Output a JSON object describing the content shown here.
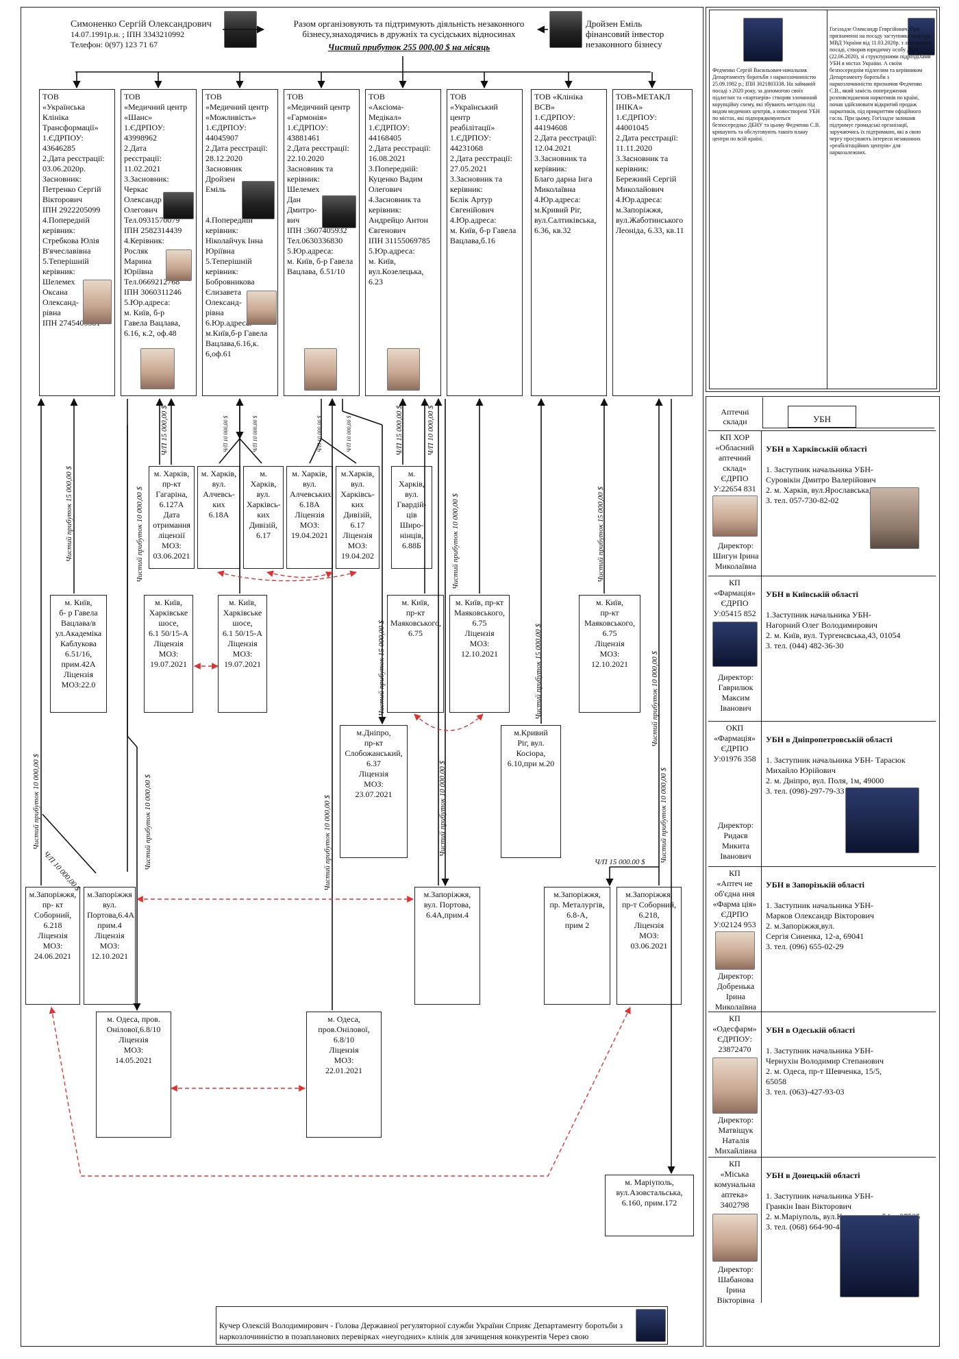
{
  "top": {
    "person_left": {
      "name": "Симоненко Сергій Олександрович",
      "dob": "14.07.1991р.н. ; ІПН 3343210992",
      "phone": "Телефон: 0(97) 123 71 67"
    },
    "center_text": "Разом організовують та підтримують діяльність незаконного бізнесу,знаходячись в дружніх та сусідських відносинах",
    "profit": "Чистий прибуток 255 000,00 $ на місяць",
    "person_right": {
      "name": "Дройзен Еміль",
      "role": "фінансовий інвестор незаконного бізнесу"
    }
  },
  "top_right": {
    "fedchenko": "Федченко Сергій Васильович-начальник Департаменту боротьби з наркозлочинністю 25.09.1982 р.; ІПН 3021803338. На займаній посаді з 2020 року, за допомогою своїх підлеглих та «партнерів» створив злочинний корупційну схему, які збувають метадон під видом медичних центрів, а новостворені УБН по містах, які підпорядковуються безпосередньо ДБНУ та цьому Федченко С.В. кришують та обслуговують такого плану центри по всій країні.",
    "gogiladze": "Гогіладзе Олександр Гевргійович. При призначенні на посаду заступника міністра МВД України від 11.03.2020р. з лічильники посаді, створив юридичну особу ДБН (22.06.2020), зі структурними підрозділами УБН в містах України. А своїм безпосереднім підлеглим та керівником Департаменту боротьби з наркозлочинністю призначив Федченко С.В., який замість попередження розповсюдження наркотиків по країні, почав здійснювати відкритий продаж наркотиків, під прикриттям офіційного гасла. При цьому, Гогіладзе залишив підтримує громадські організації, заручаючись їх підтримкою, які в свою чергу просувають інтереси незаконних «реабілітаційних центрів» для наркозалежних."
  },
  "companies": [
    {
      "text": "ТОВ\n«Українська\nКлініка\nТрансформації»\n1.ЄДРПОУ:\n43646285\n2.Дата реєстрації:\n03.06.2020р.\nЗасновник:\nПетренко Сергій\nВікторович\nІПН 2922205099\n4.Попередній\nкерівник:\nСтребкова Юлія\nВ'ячеславівна\n5.Теперішній\nкерівник:\nШелемех\nОксана\nОлександ-\nрівна\nІПН 2745405381"
    },
    {
      "text": "ТОВ\n«Медичний центр\n«Шанс»\n1.ЄДРПОУ:\n43998962\n2.Дата\nреєстрації:\n11.02.2021\n3.Засновник:\nЧеркас\nОлександр\nОлегович\nТел.0931570079\nІПН 2582314439\n4.Керівник:\nРосляк\nМарина\nЮріївна\nТел.0669212768\nІПН 3060311246\n5.Юр.адреса:\nм. Київ, б-р\nГавела Вацлава,\n6.16, к.2, оф.48"
    },
    {
      "text": "ТОВ\n«Медичний центр\n«Можливість»\n1.ЄДРПОУ:\n44045907\n2.Дата реєстрації:\n28.12.2020\nЗасновник\nДройзен\nЕміль\n\n\n4.Попередній\nкерівник:\nНіколайчук Інна\nЮріївна\n5.Теперішній\nкерівник:\nБобровникова\nЄлизавета\nОлександ-\nрівна\n6.Юр.адреса:\nм.Київ,б-р Гавела\nВацлава,6.16,к.\n6,оф.61"
    },
    {
      "text": "ТОВ\n«Медичний центр\n«Гармонія»\n1.ЄДРПОУ:\n43881461\n2.Дата реєстрації:\n22.10.2020\nЗасновник та\nкерівник:\nШелемех\nДан\nДмитро-\nвич\nІПН :3607405932\nТел.0630336830\n5.Юр.адреса:\nм. Київ, б-р Гавела\nВацлава, б.51/10"
    },
    {
      "text": "ТОВ\n«Аксіома-\nМедікал»\n1.ЄДРПОУ:\n44168405\n2.Дата реєстрації:\n16.08.2021\n3.Попередній:\nКуценко Вадим\nОлегович\n4.Засновник та\nкерівник:\nАндрейцо Антон\nЄвгенович\nІПН 31155069785\n5.Юр.адреса:\nм. Київ,\nвул.Козелецька,\n6.23"
    },
    {
      "text": "ТОВ\n«Український центр\nреабілітації»\n1.ЄДРПОУ:\n44231068\n2.Дата реєстрації:\n27.05.2021\n3.Засновник та\nкерівник:\nБєлік Артур\nЄвгенійович\n4.Юр.адреса:\nм. Київ, б-р Гавела\nВацлава,б.16"
    },
    {
      "text": "ТОВ «Клініка\nВСВ»\n1.ЄДРПОУ:\n44194608\n2.Дата реєстрації:\n12.04.2021\n3.Засновник та\nкерівник:\nБлаго дарна Інга\nМиколаївна\n4.Юр.адреса:\nм.Кривий Ріг,\nвул.Салтиківська,\n6.36, кв.32"
    },
    {
      "text": "ТОВ»МЕТАКЛ\nІНІКА»\n1.ЄДРПОУ:\n44001045\n2.Дата реєстрації:\n11.11.2020\n3.Засновник та\nкерівник:\nБережний Сергій\nМиколайович\n4.Юр.адреса:\n м.Запоріжжя,\nвул.Жаботинського\nЛеоніда, 6.33, кв.11"
    }
  ],
  "clinics": [
    {
      "text": "м. Харків,\nпр-кт\nГагаріна,\n6.127А\nДата\nотримання\nліцензії\nМОЗ:\n03.06.2021"
    },
    {
      "text": "м. Харків,\nвул.\nАлчевсь-\nких\n6.18А"
    },
    {
      "text": "м. Харків,\nвул.\nХарківсь-\nких\nДивізій,\n6.17"
    },
    {
      "text": "м. Харків,\nвул.\nАлчевських\n6.18А\nЛіцензія\nМОЗ:\n19.04.2021"
    },
    {
      "text": "м.Харків,\nвул.\nХарківсь-\nких\nДивізій,\n6.17\nЛіцензія\nМОЗ:\n19.04.202"
    },
    {
      "text": "м.\nХарків,\nвул.\nГвардій-\nців\nШиро-\nнінців,\n6.88Б"
    },
    {
      "text": "м. Київ,\nб- р Гавела\nВацлава/в\nул.Академіка\nКаблукова\n6.51/16,\nприм.42А\nЛіцензія\nМОЗ:22.0"
    },
    {
      "text": "м. Київ,\nХарківське\nшосе,\n6.1 50/15-А\nЛіцензія\nМОЗ:\n19.07.2021"
    },
    {
      "text": "м. Київ,\nХарківське\nшосе,\n6.1 50/15-А\nЛіцензія\nМОЗ:\n19.07.2021"
    },
    {
      "text": "м. Київ,\nпр-кт\nМаяковського,\n6.75"
    },
    {
      "text": "м. Київ, пр-кт\nМаяковського,\n6.75\nЛіцензія\nМОЗ:\n12.10.2021"
    },
    {
      "text": "м. Київ,\nпр-кт\nМаяковського,\n6.75\nЛіцензія\nМОЗ:\n12.10.2021"
    },
    {
      "text": "м.Дніпро,\nпр-кт\nСлобожанський,\n6.37\nЛіцензія\nМОЗ:\n23.07.2021"
    },
    {
      "text": "м.Кривий\nРіг, вул.\nКосіора,\n6.10,при м.20"
    },
    {
      "text": "м.Запоріжжя,\nпр- кт\nСоборний,\n6.218\nЛіцензія\nМОЗ:\n24.06.2021"
    },
    {
      "text": "м.Запоріжжя\nвул.\nПортова,6.4А\nприм.4\nЛіцензія\nМОЗ:\n12.10.2021"
    },
    {
      "text": "м.Запоріжжя,\nвул. Портова,\n6.4А,прим.4"
    },
    {
      "text": "м.Запоріжжя,\nпр. Металургів,\n6.8-А,\nприм 2"
    },
    {
      "text": "м.Запоріжжя,\nпр-т Соборний,\n6.218,\nЛіцензія\nМОЗ:\n03.06.2021"
    },
    {
      "text": "м. Одеса, пров.\nОнілової,6.8/10\nЛіцензія\nМОЗ:\n14.05.2021"
    },
    {
      "text": "м. Одеса,\nпров.Онілової,\n6.8/10\nЛіцензія\nМОЗ:\n22.01.2021"
    },
    {
      "text": "м. Маріуполь,\nвул.Азовстальська,\n6.160, прим.172"
    }
  ],
  "flow_labels": {
    "p15": "Чистий прибуток 15 000,00 $",
    "p10": "Чистий прибуток 10 000,00 $",
    "p15s": "Ч/П 15 000,00 $",
    "p10s": "Ч/П 10 000,00 $",
    "p10s_small": "Ч/П 10 000,00 $",
    "p15h": "Ч/П 15 000.00 $"
  },
  "ubn_panel": {
    "col1": "Аптечні\nсклади",
    "col2": "УБН",
    "rows": [
      {
        "left": "КП ХОР\n«Обласний\nаптечний\nсклад»\nЄДРПО\nУ:22654 831",
        "director": "Директор:\nШигун Ірина\nМиколаївна",
        "title": "УБН в Харківській області",
        "body": "1. Заступник начальника УБН-\n    Суровікін Дмитро Валерійович\n2. м. Харків, вул.Ярославська, 6.1/29, 61200\n3. тел. 057-730-82-02"
      },
      {
        "left": "КП\n«Фармація»\nЄДРПО\nУ:05415 852",
        "director": "Директор:\nГаврилюк\nМаксим\nІванович",
        "title": "УБН в Київській області",
        "body": "1.Заступник начальника УБН-\n   Нагорний Олег Володимирович\n2. м. Київ, вул. Тургенєвська,43, 01054\n3. тел. (044) 482-36-30"
      },
      {
        "left": "ОКП\n«Фармація»\nЄДРПО\nУ:01976 358",
        "director": "Директор:\nРидаєв\nМикита\nІванович",
        "title": "УБН в Дніпропетровській області",
        "body": "1. Заступник начальника УБН-  Тарасюк\n   Михайло Юрійович\n2. м. Дніпро, вул. Поля, 1м, 49000\n3. тел. (098)-297-79-33"
      },
      {
        "left": "КП\n«Аптеч не\nоб'єдна ння\n«Фарма ція»\nЄДРПО\nУ:02124 953",
        "director": "Директор:\nДобренька\nІрина\nМиколаївна",
        "title": "УБН в Запорізькій області",
        "body": "1. Заступник начальника УБН-\n   Марков Олександр Вікторович\n2. м.Запоріжжя,вул.\n   Сергія Синенка, 12-а, 69041\n3. тел. (096) 655-02-29"
      },
      {
        "left": "КП\n«Одесфарм»\nЄДРПОУ:\n23872470",
        "director": "Директор:\nМатвіщук\nНаталія\nМихайлівна",
        "title": "УБН в Одеській області",
        "body": "1. Заступник начальника УБН-\n   Чернухін Володимир Степанович\n2. м. Одеса, пр-т Шевченка, 15/5,\n   65058\n3. тел. (063)-427-93-03"
      },
      {
        "left": "КП\n«Міська\nкомунальна\nаптека»\n3402798",
        "director": "Директор:\nШабанова\nІрина\nВікторівна",
        "title": "УБН в Донецькій області",
        "body": "1. Заступник начальника УБН-\n   Гранкін Іван Вікторович\n2. м.Маріуполь, вул.Контрольна, 54м, 87535\n3. тел. (068) 664-90-40"
      }
    ]
  },
  "bottom_text": "Кучер Олексій Володимирович - Голова Державної регуляторної служби України Сприяє Департаменту боротьби з наркозлочинністю в позапланових перевірках «неугодних» клінік  для зачищення конкурентів Через свою Апеляційну Раду при ДРС."
}
